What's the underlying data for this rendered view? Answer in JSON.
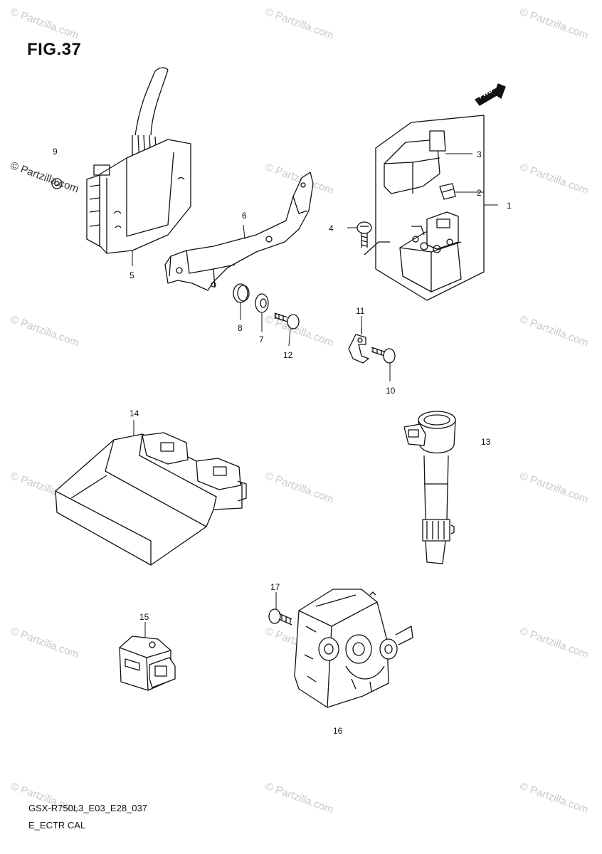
{
  "figure": {
    "title": "FIG.37",
    "fwd": "FWD"
  },
  "watermarks": {
    "text": "© Partzilla.com"
  },
  "callouts": [
    {
      "id": "c1",
      "label": "1"
    },
    {
      "id": "c2",
      "label": "2"
    },
    {
      "id": "c3",
      "label": "3"
    },
    {
      "id": "c4",
      "label": "4"
    },
    {
      "id": "c5",
      "label": "5"
    },
    {
      "id": "c6",
      "label": "6"
    },
    {
      "id": "c7",
      "label": "7"
    },
    {
      "id": "c8",
      "label": "8"
    },
    {
      "id": "c9",
      "label": "9"
    },
    {
      "id": "c10",
      "label": "10"
    },
    {
      "id": "c11",
      "label": "11"
    },
    {
      "id": "c12",
      "label": "12"
    },
    {
      "id": "c13",
      "label": "13"
    },
    {
      "id": "c14",
      "label": "14"
    },
    {
      "id": "c15",
      "label": "15"
    },
    {
      "id": "c16",
      "label": "16"
    },
    {
      "id": "c17",
      "label": "17"
    }
  ],
  "footer": {
    "code": "GSX-R750L3_E03_E28_037",
    "section": "E_ECTR CAL"
  }
}
